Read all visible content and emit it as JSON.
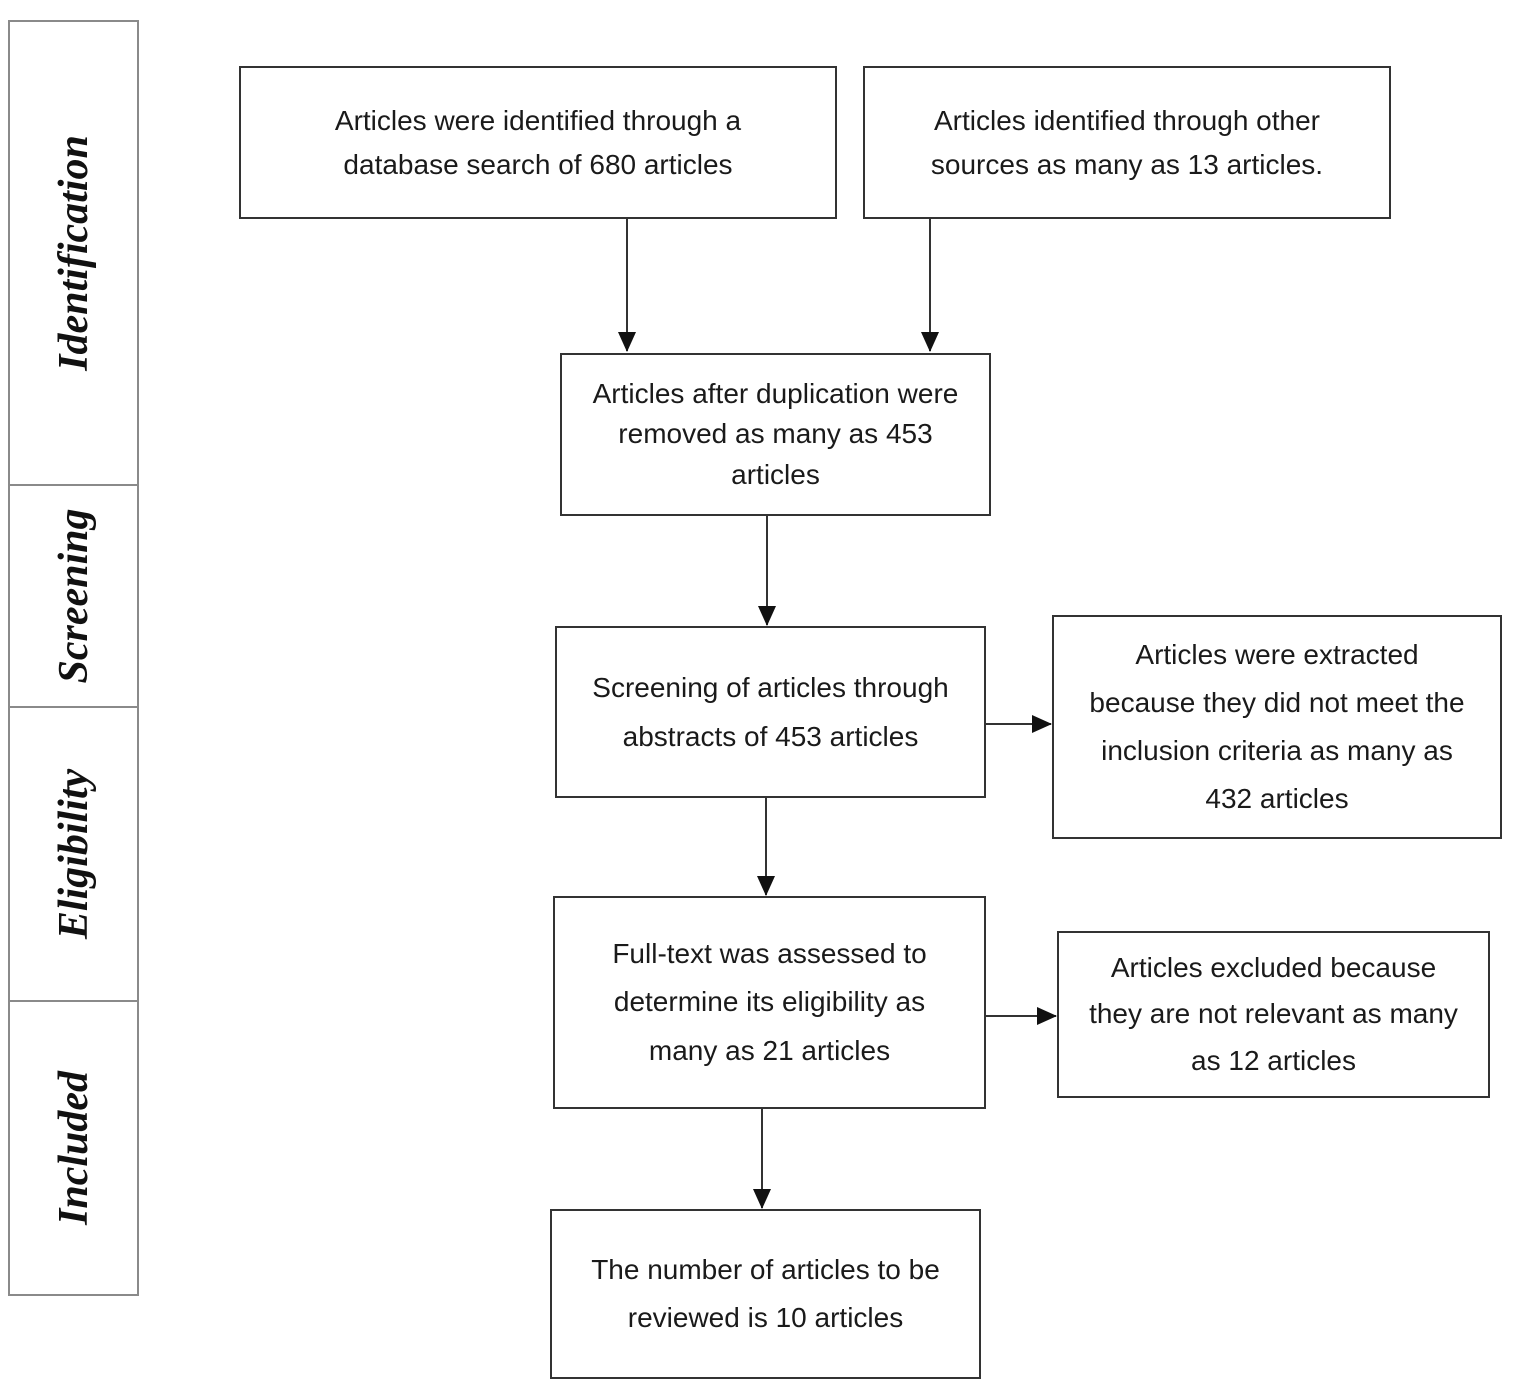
{
  "stages": [
    {
      "label": "Identification"
    },
    {
      "label": "Screening"
    },
    {
      "label": "Eligibility"
    },
    {
      "label": "Included"
    }
  ],
  "boxes": {
    "database_search": "Articles were identified through a database search of 680 articles",
    "other_sources": "Articles identified through other sources as many as 13 articles.",
    "after_duplication": "Articles after duplication were removed as many as 453 articles",
    "abstract_screening": "Screening of articles through abstracts of 453 articles",
    "extracted": "Articles were extracted because they did not meet the inclusion criteria as many as 432 articles",
    "full_text": "Full-text was assessed to determine its eligibility as many as 21 articles",
    "excluded": "Articles excluded because they are not relevant as many as 12 articles",
    "reviewed": "The number of articles to be reviewed is 10 articles"
  }
}
